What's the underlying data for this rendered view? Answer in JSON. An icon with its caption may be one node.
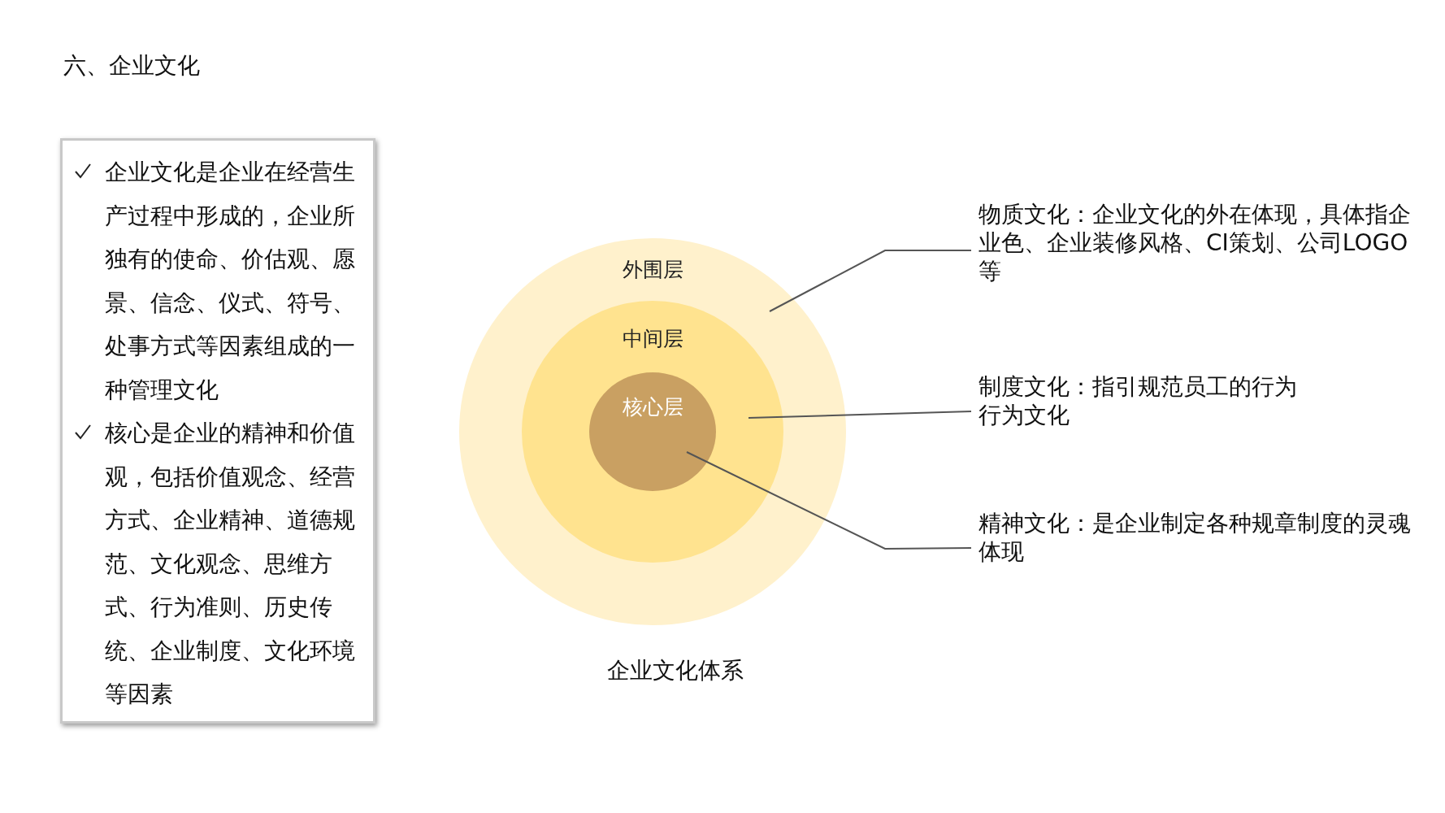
{
  "diagram": {
    "title": "六、企业文化",
    "caption": "企业文化体系",
    "nodes": [
      {
        "text": [
          "企业文化是企业在经营生产过程中形成的，企业所独有的使命、价估观、愿景、信念、仪式、符号、处事方式等因素组成的一种管理文化",
          "核心是企业的精神和价值观，包括价值观念、经营方式、企业精神、道德规范、文化观念、思维方式、行为准则、历史传统、企业制度、文化环境等因素"
        ]
      },
      {
        "text": [
          "外围层"
        ]
      },
      {
        "text": [
          "中间层"
        ],
        "in": 1
      },
      {
        "text": [
          "核心层"
        ],
        "in": 2
      },
      {
        "text": [
          "物质文化：企业文化的外在体现，具体指企业色、企业装修风格、CI策划、公司LOGO等"
        ]
      },
      {
        "text": [
          "制度文化：指引规范员工的行为",
          "行为文化"
        ]
      },
      {
        "text": [
          "精神文化：是企业制定各种规章制度的灵魂体现"
        ]
      }
    ],
    "edges": [
      {
        "from": 4,
        "to": 1,
        "arrow": "none"
      },
      {
        "from": 5,
        "to": 2,
        "arrow": "none"
      },
      {
        "from": 6,
        "to": 3,
        "arrow": "none"
      }
    ]
  }
}
